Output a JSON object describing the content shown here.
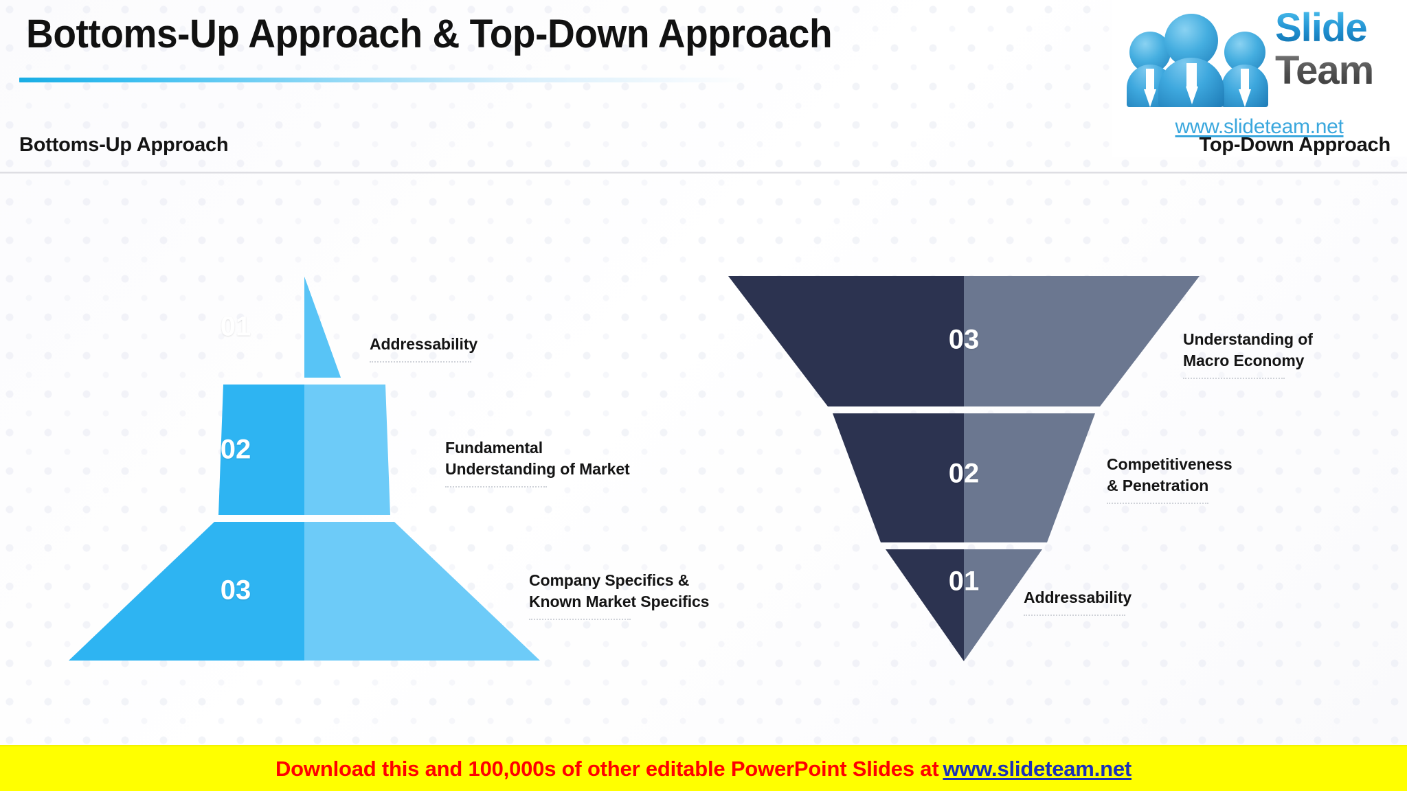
{
  "header": {
    "title": "Bottoms-Up Approach & Top-Down Approach",
    "left_subhead": "Bottoms-Up Approach",
    "right_subhead": "Top-Down Approach",
    "accent_color": "#19ade4"
  },
  "logo": {
    "word_primary": "Slide",
    "word_secondary": "Team",
    "url": "www.slideteam.net",
    "primary_color": "#1f8fd0",
    "secondary_color": "#4e4e4e"
  },
  "chart_data": {
    "type": "diagram",
    "title": "Bottoms-Up Approach & Top-Down Approach",
    "diagrams": [
      {
        "name": "bottoms-up-pyramid",
        "shape": "pyramid",
        "heading": "Bottoms-Up Approach",
        "palette": {
          "left": "#2EB4F2",
          "right": "#6DCBF8"
        },
        "levels": [
          {
            "number": "01",
            "label": "Addressability",
            "position": "top"
          },
          {
            "number": "02",
            "label": "Fundamental\nUnderstanding of Market",
            "position": "middle"
          },
          {
            "number": "03",
            "label": "Company Specifics &\nKnown Market Specifics",
            "position": "bottom"
          }
        ]
      },
      {
        "name": "top-down-inverted-pyramid",
        "shape": "inverted-pyramid",
        "heading": "Top-Down Approach",
        "palette": {
          "left": "#2C3350",
          "right": "#6B7790"
        },
        "levels": [
          {
            "number": "03",
            "label": "Understanding of\nMacro Economy",
            "position": "top"
          },
          {
            "number": "02",
            "label": "Competitiveness\n& Penetration",
            "position": "middle"
          },
          {
            "number": "01",
            "label": "Addressability",
            "position": "bottom"
          }
        ]
      }
    ]
  },
  "footer": {
    "text": "Download this and 100,000s of other editable PowerPoint Slides at",
    "link": "www.slideteam.net",
    "background": "#ffff00",
    "text_color": "#ff0000",
    "link_color": "#1a2fb8"
  }
}
